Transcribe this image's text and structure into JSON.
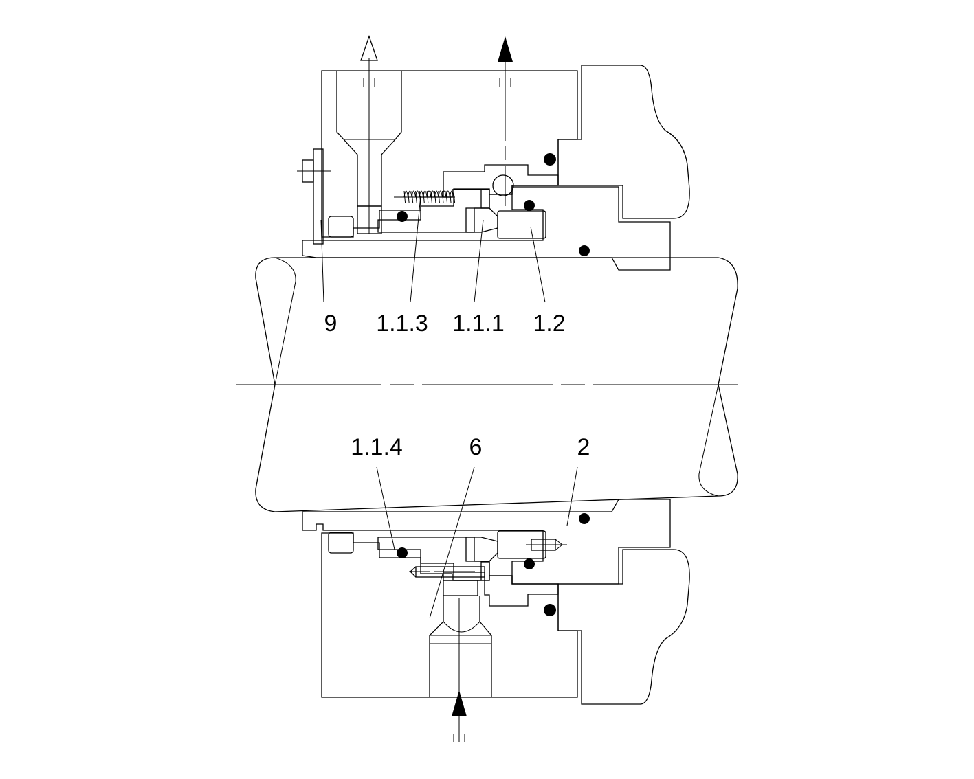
{
  "labels": {
    "part_9": "9",
    "part_1_1_3": "1.1.3",
    "part_1_1_1": "1.1.1",
    "part_1_2": "1.2",
    "part_1_1_4": "1.1.4",
    "part_6": "6",
    "part_2": "2"
  },
  "colors": {
    "shaft": "#a6d8f4",
    "gland_housing": "#c9e6df",
    "sleeve": "#d3e1a9",
    "seal_face": "#1aa7e0",
    "seat_ring": "#b3d335",
    "seal_carrier": "#a6d8f4",
    "o_ring": "#000000",
    "outline": "#000000"
  }
}
